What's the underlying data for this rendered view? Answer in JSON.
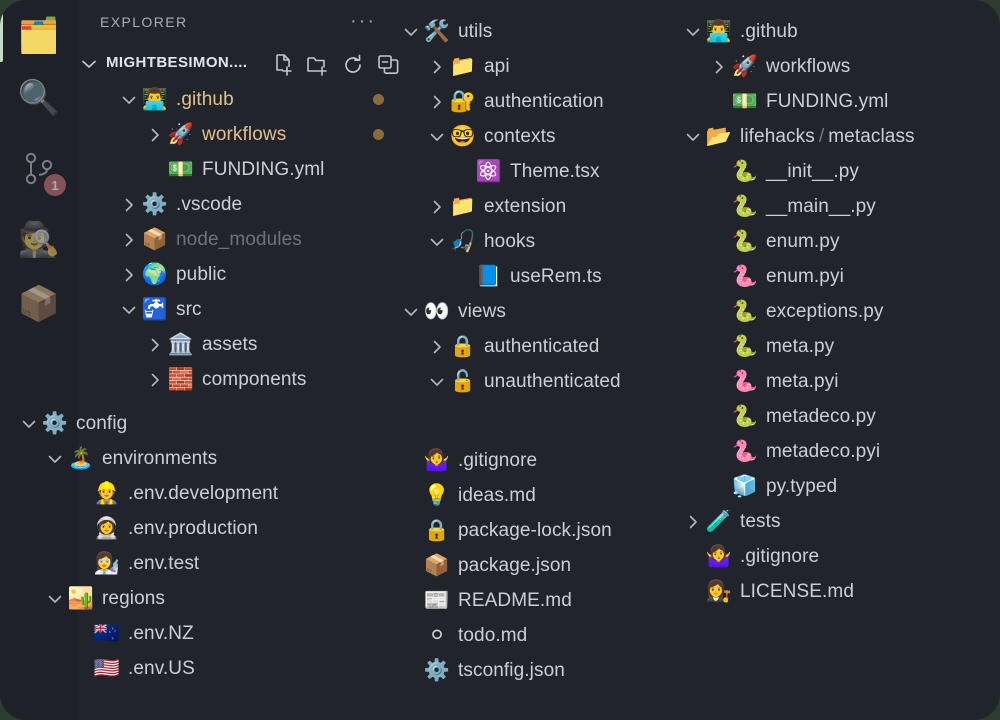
{
  "window": {
    "background": "#21252b",
    "outer_background": "#2d3e30",
    "accent_color": "#cfe6d2",
    "modified_color": "#e2c08d",
    "ignored_color": "#6d737c",
    "badge_color": "#e4696f"
  },
  "activity_bar": {
    "items": [
      {
        "name": "explorer",
        "icon": "🗂️",
        "icon_name": "file-folder-icon",
        "active": true,
        "badge": ""
      },
      {
        "name": "search",
        "icon": "🔍",
        "icon_name": "magnifier-icon",
        "active": false,
        "badge": ""
      },
      {
        "name": "source-control",
        "icon": "",
        "icon_name": "git-branch-icon",
        "active": false,
        "badge": "1"
      },
      {
        "name": "run-and-debug",
        "icon": "🕵️",
        "icon_name": "detective-icon",
        "active": false,
        "badge": ""
      },
      {
        "name": "extensions",
        "icon": "📦",
        "icon_name": "package-box-icon",
        "active": false,
        "badge": ""
      }
    ]
  },
  "explorer": {
    "title": "EXPLORER",
    "more_actions_label": "···",
    "root": {
      "label": "MIGHTBESIMON....",
      "expanded": true,
      "actions": [
        {
          "name": "new-file",
          "title": "New File"
        },
        {
          "name": "new-folder",
          "title": "New Folder"
        },
        {
          "name": "refresh",
          "title": "Refresh Explorer"
        },
        {
          "name": "collapse-all",
          "title": "Collapse Folders in Explorer"
        }
      ]
    }
  },
  "columns": {
    "left": {
      "rows": [
        {
          "label": ".github",
          "icon": "👨‍💻",
          "icon_name": "technologist-icon",
          "twisty": "down",
          "indent": 1,
          "state": "modified",
          "dot": true
        },
        {
          "label": "workflows",
          "icon": "🚀",
          "icon_name": "rocket-icon",
          "twisty": "right",
          "indent": 2,
          "state": "modified",
          "dot": true
        },
        {
          "label": "FUNDING.yml",
          "icon": "💵",
          "icon_name": "banknote-icon",
          "twisty": "none",
          "indent": 2,
          "state": "normal",
          "dot": false
        },
        {
          "label": ".vscode",
          "icon": "⚙️",
          "icon_name": "gear-icon",
          "twisty": "right",
          "indent": 1,
          "state": "normal",
          "dot": false
        },
        {
          "label": "node_modules",
          "icon": "📦",
          "icon_name": "package-box-icon",
          "twisty": "right",
          "indent": 1,
          "state": "ignored",
          "dot": false
        },
        {
          "label": "public",
          "icon": "🌍",
          "icon_name": "globe-icon",
          "twisty": "right",
          "indent": 1,
          "state": "normal",
          "dot": false
        },
        {
          "label": "src",
          "icon": "🚰",
          "icon_name": "potable-water-icon",
          "twisty": "down",
          "indent": 1,
          "state": "normal",
          "dot": false
        },
        {
          "label": "assets",
          "icon": "🏛️",
          "icon_name": "classical-building-icon",
          "twisty": "right",
          "indent": 2,
          "state": "normal",
          "dot": false
        },
        {
          "label": "components",
          "icon": "🧱",
          "icon_name": "brick-icon",
          "twisty": "right",
          "indent": 2,
          "state": "normal",
          "dot": false
        }
      ]
    },
    "left_bottom": {
      "rows": [
        {
          "label": "config",
          "icon": "⚙️",
          "icon_name": "gear-icon",
          "twisty": "down",
          "indent": 0,
          "state": "normal",
          "dot": false
        },
        {
          "label": "environments",
          "icon": "🏝️",
          "icon_name": "island-icon",
          "twisty": "down",
          "indent": 1,
          "state": "normal",
          "dot": false
        },
        {
          "label": ".env.development",
          "icon": "👷",
          "icon_name": "construction-worker-icon",
          "twisty": "none",
          "indent": 2,
          "state": "normal",
          "dot": false
        },
        {
          "label": ".env.production",
          "icon": "👩‍🚀",
          "icon_name": "astronaut-icon",
          "twisty": "none",
          "indent": 2,
          "state": "normal",
          "dot": false
        },
        {
          "label": ".env.test",
          "icon": "👩‍🔬",
          "icon_name": "scientist-icon",
          "twisty": "none",
          "indent": 2,
          "state": "normal",
          "dot": false
        },
        {
          "label": "regions",
          "icon": "🏜️",
          "icon_name": "desert-icon",
          "twisty": "down",
          "indent": 1,
          "state": "normal",
          "dot": false
        },
        {
          "label": ".env.NZ",
          "icon": "🇳🇿",
          "icon_name": "flag-nz-icon",
          "twisty": "none",
          "indent": 2,
          "state": "normal",
          "dot": false
        },
        {
          "label": ".env.US",
          "icon": "🇺🇸",
          "icon_name": "flag-us-icon",
          "twisty": "none",
          "indent": 2,
          "state": "normal",
          "dot": false
        }
      ]
    },
    "middle": {
      "rows": [
        {
          "label": "utils",
          "icon": "🛠️",
          "icon_name": "hammer-and-wrench-icon",
          "twisty": "down",
          "indent": 0,
          "state": "normal",
          "dot": false
        },
        {
          "label": "api",
          "icon": "📁",
          "icon_name": "folder-icon",
          "twisty": "right",
          "indent": 1,
          "state": "normal",
          "dot": false
        },
        {
          "label": "authentication",
          "icon": "🔐",
          "icon_name": "lock-with-key-icon",
          "twisty": "right",
          "indent": 1,
          "state": "normal",
          "dot": false
        },
        {
          "label": "contexts",
          "icon": "🤓",
          "icon_name": "nerd-face-icon",
          "twisty": "down",
          "indent": 1,
          "state": "normal",
          "dot": false
        },
        {
          "label": "Theme.tsx",
          "icon": "⚛️",
          "icon_name": "atom-react-icon",
          "twisty": "none",
          "indent": 2,
          "state": "normal",
          "dot": false
        },
        {
          "label": "extension",
          "icon": "📁",
          "icon_name": "folder-icon",
          "twisty": "right",
          "indent": 1,
          "state": "normal",
          "dot": false
        },
        {
          "label": "hooks",
          "icon": "🎣",
          "icon_name": "fishing-pole-icon",
          "twisty": "down",
          "indent": 1,
          "state": "normal",
          "dot": false
        },
        {
          "label": "useRem.ts",
          "icon": "📘",
          "icon_name": "blue-book-icon",
          "twisty": "none",
          "indent": 2,
          "state": "normal",
          "dot": false
        },
        {
          "label": "views",
          "icon": "👀",
          "icon_name": "eyes-icon",
          "twisty": "down",
          "indent": 0,
          "state": "normal",
          "dot": false
        },
        {
          "label": "authenticated",
          "icon": "🔒",
          "icon_name": "closed-lock-icon",
          "twisty": "right",
          "indent": 1,
          "state": "normal",
          "dot": false
        },
        {
          "label": "unauthenticated",
          "icon": "🔓",
          "icon_name": "open-lock-icon",
          "twisty": "down",
          "indent": 1,
          "state": "normal",
          "dot": false
        }
      ]
    },
    "middle_bottom": {
      "rows": [
        {
          "label": ".gitignore",
          "icon": "🤷‍♀️",
          "icon_name": "shrug-icon",
          "twisty": "none",
          "indent": 0,
          "state": "normal",
          "dot": false
        },
        {
          "label": "ideas.md",
          "icon": "💡",
          "icon_name": "light-bulb-icon",
          "twisty": "none",
          "indent": 0,
          "state": "normal",
          "dot": false
        },
        {
          "label": "package-lock.json",
          "icon": "🔒",
          "icon_name": "closed-lock-icon",
          "twisty": "none",
          "indent": 0,
          "state": "normal",
          "dot": false
        },
        {
          "label": "package.json",
          "icon": "📦",
          "icon_name": "package-box-icon",
          "twisty": "none",
          "indent": 0,
          "state": "normal",
          "dot": false
        },
        {
          "label": "README.md",
          "icon": "📰",
          "icon_name": "newspaper-icon",
          "twisty": "none",
          "indent": 0,
          "state": "normal",
          "dot": false
        },
        {
          "label": "todo.md",
          "icon": "⚪",
          "icon_name": "white-circle-icon",
          "twisty": "none",
          "indent": 0,
          "state": "normal",
          "dot": false
        },
        {
          "label": "tsconfig.json",
          "icon": "⚙️",
          "icon_name": "gear-icon",
          "twisty": "none",
          "indent": 0,
          "state": "normal",
          "dot": false
        }
      ]
    },
    "right": {
      "rows": [
        {
          "label": ".github",
          "icon": "👨‍💻",
          "icon_name": "technologist-icon",
          "twisty": "down",
          "indent": 0,
          "state": "normal",
          "dot": false
        },
        {
          "label": "workflows",
          "icon": "🚀",
          "icon_name": "rocket-icon",
          "twisty": "right",
          "indent": 1,
          "state": "normal",
          "dot": false
        },
        {
          "label": "FUNDING.yml",
          "icon": "💵",
          "icon_name": "banknote-icon",
          "twisty": "none",
          "indent": 1,
          "state": "normal",
          "dot": false
        },
        {
          "label": "lifehacks",
          "label2": "metaclass",
          "compact": true,
          "icon": "📂",
          "icon_name": "open-folder-icon",
          "twisty": "down",
          "indent": 0,
          "state": "normal",
          "dot": false
        },
        {
          "label": "__init__.py",
          "icon": "🐍",
          "icon_name": "green-snake-icon",
          "twisty": "none",
          "indent": 1,
          "state": "normal",
          "dot": false
        },
        {
          "label": "__main__.py",
          "icon": "🐍",
          "icon_name": "green-snake-icon",
          "twisty": "none",
          "indent": 1,
          "state": "normal",
          "dot": false
        },
        {
          "label": "enum.py",
          "icon": "🐍",
          "icon_name": "green-snake-icon",
          "twisty": "none",
          "indent": 1,
          "state": "normal",
          "dot": false
        },
        {
          "label": "enum.pyi",
          "icon": "🐍",
          "icon_name": "red-snake-icon",
          "twisty": "none",
          "indent": 1,
          "state": "normal",
          "dot": false,
          "red": true
        },
        {
          "label": "exceptions.py",
          "icon": "🐍",
          "icon_name": "green-snake-icon",
          "twisty": "none",
          "indent": 1,
          "state": "normal",
          "dot": false
        },
        {
          "label": "meta.py",
          "icon": "🐍",
          "icon_name": "green-snake-icon",
          "twisty": "none",
          "indent": 1,
          "state": "normal",
          "dot": false
        },
        {
          "label": "meta.pyi",
          "icon": "🐍",
          "icon_name": "red-snake-icon",
          "twisty": "none",
          "indent": 1,
          "state": "normal",
          "dot": false,
          "red": true
        },
        {
          "label": "metadeco.py",
          "icon": "🐍",
          "icon_name": "green-snake-icon",
          "twisty": "none",
          "indent": 1,
          "state": "normal",
          "dot": false
        },
        {
          "label": "metadeco.pyi",
          "icon": "🐍",
          "icon_name": "red-snake-icon",
          "twisty": "none",
          "indent": 1,
          "state": "normal",
          "dot": false,
          "red": true
        },
        {
          "label": "py.typed",
          "icon": "🧊",
          "icon_name": "ice-cube-icon",
          "twisty": "none",
          "indent": 1,
          "state": "normal",
          "dot": false
        },
        {
          "label": "tests",
          "icon": "🧪",
          "icon_name": "test-tube-icon",
          "twisty": "right",
          "indent": 0,
          "state": "normal",
          "dot": false
        },
        {
          "label": ".gitignore",
          "icon": "🤷‍♀️",
          "icon_name": "shrug-icon",
          "twisty": "none",
          "indent": 0,
          "state": "normal",
          "dot": false
        },
        {
          "label": "LICENSE.md",
          "icon": "👩‍⚖️",
          "icon_name": "judge-icon",
          "twisty": "none",
          "indent": 0,
          "state": "normal",
          "dot": false
        }
      ]
    }
  }
}
